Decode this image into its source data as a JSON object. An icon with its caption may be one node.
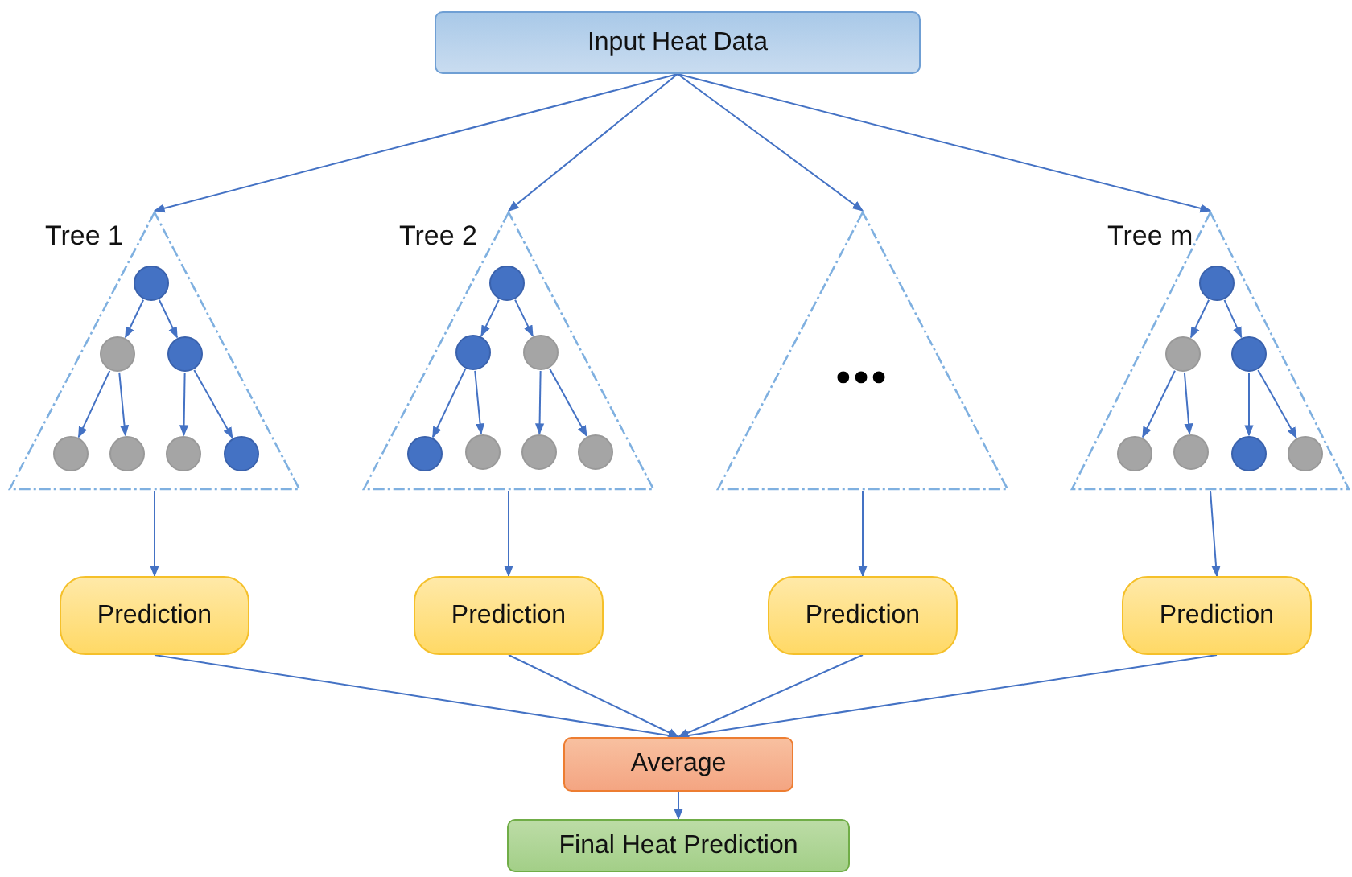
{
  "diagram": {
    "nodes": [
      {
        "text": [
          "Input Heat Data"
        ]
      },
      {
        "text": [
          "Tree 1"
        ]
      },
      {
        "text": [],
        "shape": "circle",
        "in": 1
      },
      {
        "text": [],
        "shape": "circle",
        "in": 1
      },
      {
        "text": [],
        "shape": "circle",
        "in": 1
      },
      {
        "text": [],
        "shape": "circle",
        "in": 1
      },
      {
        "text": [],
        "shape": "circle",
        "in": 1
      },
      {
        "text": [],
        "shape": "circle",
        "in": 1
      },
      {
        "text": [],
        "shape": "circle",
        "in": 1
      },
      {
        "text": [
          "Tree 2"
        ]
      },
      {
        "text": [],
        "shape": "circle",
        "in": 9
      },
      {
        "text": [],
        "shape": "circle",
        "in": 9
      },
      {
        "text": [],
        "shape": "circle",
        "in": 9
      },
      {
        "text": [],
        "shape": "circle",
        "in": 9
      },
      {
        "text": [],
        "shape": "circle",
        "in": 9
      },
      {
        "text": [],
        "shape": "circle",
        "in": 9
      },
      {
        "text": [],
        "shape": "circle",
        "in": 9
      },
      {
        "text": [
          "•••"
        ]
      },
      {
        "text": [
          "Tree m"
        ]
      },
      {
        "text": [],
        "shape": "circle",
        "in": 18
      },
      {
        "text": [],
        "shape": "circle",
        "in": 18
      },
      {
        "text": [],
        "shape": "circle",
        "in": 18
      },
      {
        "text": [],
        "shape": "circle",
        "in": 18
      },
      {
        "text": [],
        "shape": "circle",
        "in": 18
      },
      {
        "text": [],
        "shape": "circle",
        "in": 18
      },
      {
        "text": [],
        "shape": "circle",
        "in": 18
      },
      {
        "text": [
          "Prediction"
        ]
      },
      {
        "text": [
          "Prediction"
        ]
      },
      {
        "text": [
          "Prediction"
        ]
      },
      {
        "text": [
          "Prediction"
        ]
      },
      {
        "text": [
          "Average"
        ]
      },
      {
        "text": [
          "Final Heat Prediction"
        ]
      }
    ],
    "edges": [
      {
        "from": 0,
        "to": 1,
        "arrow": "to"
      },
      {
        "from": 0,
        "to": 9,
        "arrow": "to"
      },
      {
        "from": 0,
        "to": 17,
        "arrow": "to"
      },
      {
        "from": 0,
        "to": 18,
        "arrow": "to"
      },
      {
        "from": 2,
        "to": 3,
        "arrow": "to"
      },
      {
        "from": 2,
        "to": 4,
        "arrow": "to"
      },
      {
        "from": 3,
        "to": 5,
        "arrow": "to"
      },
      {
        "from": 3,
        "to": 6,
        "arrow": "to"
      },
      {
        "from": 4,
        "to": 7,
        "arrow": "to"
      },
      {
        "from": 4,
        "to": 8,
        "arrow": "to"
      },
      {
        "from": 10,
        "to": 11,
        "arrow": "to"
      },
      {
        "from": 10,
        "to": 12,
        "arrow": "to"
      },
      {
        "from": 11,
        "to": 13,
        "arrow": "to"
      },
      {
        "from": 11,
        "to": 14,
        "arrow": "to"
      },
      {
        "from": 12,
        "to": 15,
        "arrow": "to"
      },
      {
        "from": 12,
        "to": 16,
        "arrow": "to"
      },
      {
        "from": 19,
        "to": 20,
        "arrow": "to"
      },
      {
        "from": 19,
        "to": 21,
        "arrow": "to"
      },
      {
        "from": 20,
        "to": 22,
        "arrow": "to"
      },
      {
        "from": 20,
        "to": 23,
        "arrow": "to"
      },
      {
        "from": 21,
        "to": 24,
        "arrow": "to"
      },
      {
        "from": 21,
        "to": 25,
        "arrow": "to"
      },
      {
        "from": 1,
        "to": 26,
        "arrow": "to"
      },
      {
        "from": 9,
        "to": 27,
        "arrow": "to"
      },
      {
        "from": 17,
        "to": 28,
        "arrow": "to"
      },
      {
        "from": 18,
        "to": 29,
        "arrow": "to"
      },
      {
        "from": 26,
        "to": 30,
        "arrow": "to"
      },
      {
        "from": 27,
        "to": 30,
        "arrow": "to"
      },
      {
        "from": 28,
        "to": 30,
        "arrow": "to"
      },
      {
        "from": 29,
        "to": 30,
        "arrow": "to"
      },
      {
        "from": 30,
        "to": 31,
        "arrow": "to"
      }
    ]
  }
}
